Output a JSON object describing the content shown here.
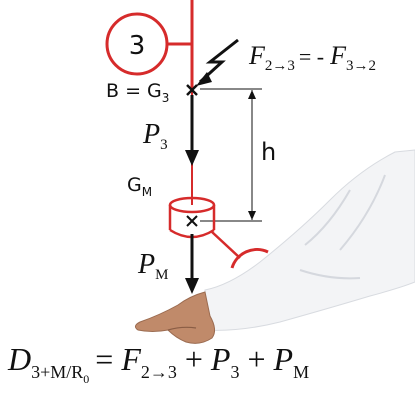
{
  "diagram": {
    "body3_label": "3",
    "point_B_label": "B = G",
    "point_B_sub": "3",
    "force_relation": {
      "lhs": "F",
      "lhs_sub": "2→3",
      "eq": "= -",
      "rhs": "F",
      "rhs_sub": "3→2"
    },
    "weight3": {
      "symbol": "P",
      "sub": "3"
    },
    "distance_label": "h",
    "GM_label": {
      "main": "G",
      "sub": "M"
    },
    "weightM": {
      "symbol": "P",
      "sub": "M"
    },
    "equation": {
      "lhs": "D",
      "lhs_sub": "3+M/R",
      "lhs_sub2": "0",
      "eq": "=",
      "t1": "F",
      "t1_sub": "2→3",
      "plus1": "+",
      "t2": "P",
      "t2_sub": "3",
      "plus2": "+",
      "t3": "P",
      "t3_sub": "M"
    },
    "colors": {
      "structure": "#d62b2b",
      "arrows": "#111111",
      "sleeve": "#f3f4f6",
      "skin": "#c08a6a"
    }
  }
}
